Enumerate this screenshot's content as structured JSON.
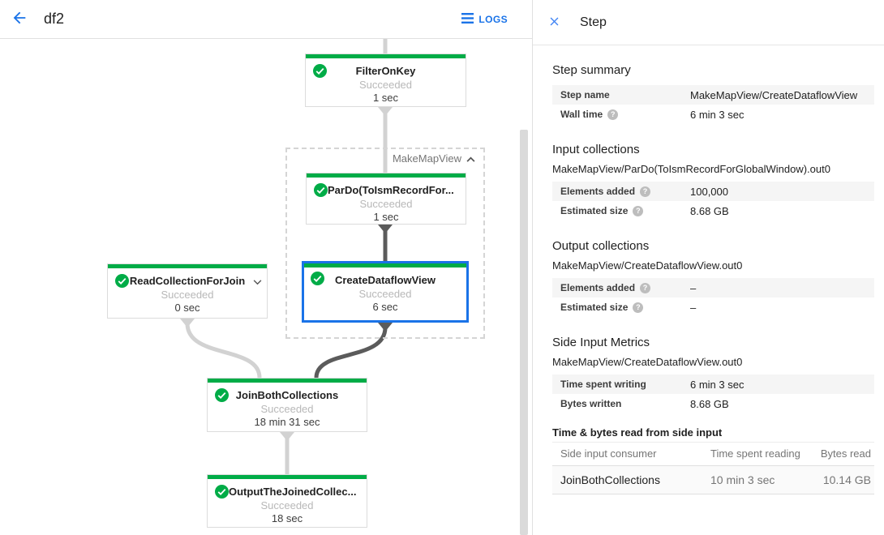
{
  "colors": {
    "success_green": "#00ac47",
    "selected_blue": "#1a73e8",
    "link_blue": "#1a73e8",
    "close_blue": "#4285f4",
    "edge_light": "#d2d2d2",
    "edge_dark": "#5b5b5b"
  },
  "icons": {
    "back": "left-arrow",
    "logs": "list-lines",
    "close": "x-mark",
    "check": "green-check-circle",
    "collapse": "chevron-up",
    "expand": "chevron-down",
    "help_glyph": "?"
  },
  "header": {
    "title": "df2",
    "logs_label": "LOGS"
  },
  "graph": {
    "group_label": "MakeMapView",
    "nodes": [
      {
        "title": "FilterOnKey",
        "status": "Succeeded",
        "time": "1 sec"
      },
      {
        "title": "ParDo(ToIsmRecordFor...",
        "status": "Succeeded",
        "time": "1 sec"
      },
      {
        "title": "CreateDataflowView",
        "status": "Succeeded",
        "time": "6 sec",
        "selected": true
      },
      {
        "title": "ReadCollectionForJoin",
        "status": "Succeeded",
        "time": "0 sec"
      },
      {
        "title": "JoinBothCollections",
        "status": "Succeeded",
        "time": "18 min 31 sec"
      },
      {
        "title": "OutputTheJoinedCollec...",
        "status": "Succeeded",
        "time": "18 sec"
      }
    ]
  },
  "panel": {
    "title": "Step",
    "step_summary": {
      "heading": "Step summary",
      "rows": [
        {
          "label": "Step name",
          "value": "MakeMapView/CreateDataflowView"
        },
        {
          "label": "Wall time",
          "value": "6 min 3 sec"
        }
      ]
    },
    "input_collections": {
      "heading": "Input collections",
      "collection": "MakeMapView/ParDo(ToIsmRecordForGlobalWindow).out0",
      "rows": [
        {
          "label": "Elements added",
          "value": "100,000"
        },
        {
          "label": "Estimated size",
          "value": "8.68 GB"
        }
      ]
    },
    "output_collections": {
      "heading": "Output collections",
      "collection": "MakeMapView/CreateDataflowView.out0",
      "rows": [
        {
          "label": "Elements added",
          "value": "–"
        },
        {
          "label": "Estimated size",
          "value": "–"
        }
      ]
    },
    "side_input_metrics": {
      "heading": "Side Input Metrics",
      "collection": "MakeMapView/CreateDataflowView.out0",
      "rows": [
        {
          "label": "Time spent writing",
          "value": "6 min 3 sec"
        },
        {
          "label": "Bytes written",
          "value": "8.68 GB"
        }
      ]
    },
    "side_input_table": {
      "heading": "Time & bytes read from side input",
      "columns": [
        "Side input consumer",
        "Time spent reading",
        "Bytes read"
      ],
      "rows": [
        {
          "consumer": "JoinBothCollections",
          "time_reading": "10 min 3 sec",
          "bytes_read": "10.14 GB"
        }
      ]
    }
  }
}
